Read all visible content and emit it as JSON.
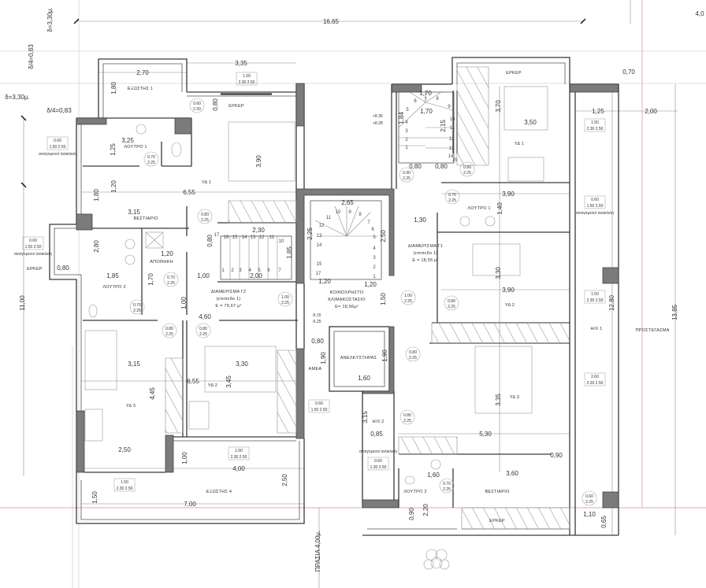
{
  "drawing": {
    "apartments": [
      {
        "name": "ΔΙΑΜΕΡΙΣΜΑ Γ2",
        "level": "(επιπεδο 1)",
        "area": "Ε = 79,67 μ²"
      },
      {
        "name": "ΚΟΙΝΟΧΡΗΣΤΟ",
        "level": "ΚΛΙΜΑΚΟΣΤΑΣΙΟ",
        "area": "Ε= 18,56μ²"
      },
      {
        "name": "ΔΙΑΜΕΡΙΣΜΑ Γ1",
        "level": "(επιπεδο 1)",
        "area": "Ε = 18,55 μ²"
      }
    ],
    "rooms": [
      "ΕΞΩΣΤΗΣ 1",
      "ΕΡΚΕΡ",
      "ΛΟΥΤΡΟ 1",
      "ΥΔ 1",
      "ΒΕΣΤΙΑΡΙΟ",
      "ΑΠΟΘΗΚΗ",
      "ΕΡΚΕΡ",
      "ΛΟΥΤΡΟ 2",
      "ΥΔ 2",
      "ΥΔ 3",
      "ΕΞΩΣΤΗΣ 4",
      "ΕΡΚΕΡ",
      "ΥΔ 1",
      "ΛΟΥΤΡΟ 1",
      "ΥΔ 2",
      "Η/Χ 1",
      "ΠΡΟΣΤΕΓΑΣΜΑ",
      "ΑΝΕΛΚΥΣΤΗΡΑΣ",
      "ΑΜΕΑ",
      "Η/Χ 2",
      "ΥΔ 3",
      "ΛΟΥΤΡΟ 2",
      "ΒΕΣΤΙΑΡΙΟ",
      "ΕΡΚΕΡ"
    ],
    "dimensions": [
      "16,65",
      "4,0",
      "δ=3,30μ.",
      "δ/4=0,83",
      "δ=3,30μ.",
      "δ/4=0,83",
      "2,70",
      "3,35",
      "1,80",
      "0,80",
      "3,25",
      "1,25",
      "3,90",
      "1,20",
      "6,55",
      "1,80",
      "3,15",
      "2,30",
      "0,80",
      "1,20",
      "1,70",
      "1,00",
      "2,00",
      "1,85",
      "2,80",
      "0,80",
      "1,85",
      "11,00",
      "2,65",
      "2,25",
      "2,50",
      "1,20",
      "1,20",
      "1,00",
      "1,50",
      "1,70",
      "1,70",
      "1,84",
      "2,15",
      "0,80",
      "0,80",
      "3,70",
      "3,50",
      "0,70",
      "1,25",
      "2,00",
      "3,90",
      "1,40",
      "1,30",
      "3,30",
      "3,90",
      "12,80",
      "13,85",
      "0,80",
      "1,90",
      "1,90",
      "1,60",
      "3,15",
      "0,85",
      "3,35",
      "5,30",
      "0,90",
      "1,60",
      "3,60",
      "1,10",
      "0,65",
      "0,90",
      "2,20",
      "4,60",
      "3,15",
      "3,30",
      "6,55",
      "3,45",
      "4,45",
      "2,50",
      "1,00",
      "4,00",
      "2,50",
      "1,50",
      "7,00",
      "ΠΡΑΣΙΑ 4,00μ."
    ],
    "door_tags": [
      [
        "0.60",
        "2.30"
      ],
      [
        "0.70",
        "2.25"
      ],
      [
        "0.80",
        "2.25"
      ],
      [
        "0.70",
        "2.25"
      ],
      [
        "1.00",
        "2.25"
      ],
      [
        "0.70",
        "2.25"
      ],
      [
        "0.80",
        "2.25"
      ],
      [
        "0.80",
        "2.25"
      ],
      [
        "1.00",
        "2.25"
      ],
      [
        "0.90",
        "2.25"
      ],
      [
        "0.80",
        "2.25"
      ],
      [
        "0.70",
        "2.25"
      ],
      [
        "0.80",
        "2.25"
      ],
      [
        "0.80",
        "2.25"
      ],
      [
        "0.80",
        "2.25"
      ],
      [
        "0.70",
        "2.25"
      ],
      [
        "0.60",
        "2.25"
      ]
    ],
    "window_tags": [
      {
        "w": "1.50",
        "h": "2.30 2.50",
        "note": ""
      },
      {
        "w": "0.60",
        "h": "1.50 2.50",
        "note": "ανοιγομενο/ ανακλιση"
      },
      {
        "w": "0.60",
        "h": "1.50 2.50",
        "note": "ανοιγομενο/ ανακλιση"
      },
      {
        "w": "1.50",
        "h": "2.30 2.50",
        "note": ""
      },
      {
        "w": "0.60",
        "h": "1.50 2.50",
        "note": "ανοιγομενο/ ανακλιση"
      },
      {
        "w": "1.50",
        "h": "2.30 2.50",
        "note": ""
      },
      {
        "w": "0.60",
        "h": "1.50 2.50",
        "note": ""
      },
      {
        "w": "2.60",
        "h": "2.30 2.50",
        "note": ""
      },
      {
        "w": "0.60",
        "h": "1.30 2.50",
        "note": "ανοιγομενο/ ανακλιση"
      },
      {
        "w": "1.50",
        "h": "2.30 2.50",
        "note": ""
      },
      {
        "w": "1.50",
        "h": "2.30 2.50",
        "note": ""
      }
    ],
    "levels": [
      "+8.36",
      "+8.28",
      "-5.15",
      "-5.25"
    ],
    "stair_core": [
      "1",
      "2",
      "3",
      "4",
      "5",
      "6",
      "7",
      "8",
      "9",
      "10",
      "11",
      "12",
      "13",
      "14",
      "15",
      "17"
    ],
    "stair_g2": [
      "1",
      "2",
      "3",
      "4",
      "5",
      "6",
      "7",
      "10",
      "11",
      "12",
      "13",
      "14",
      "15",
      "16",
      "17"
    ],
    "stair_g1": [
      "1",
      "2",
      "3",
      "4",
      "5",
      "6",
      "7",
      "8",
      "9",
      "10",
      "11",
      "12",
      "13",
      "14",
      "15"
    ]
  }
}
